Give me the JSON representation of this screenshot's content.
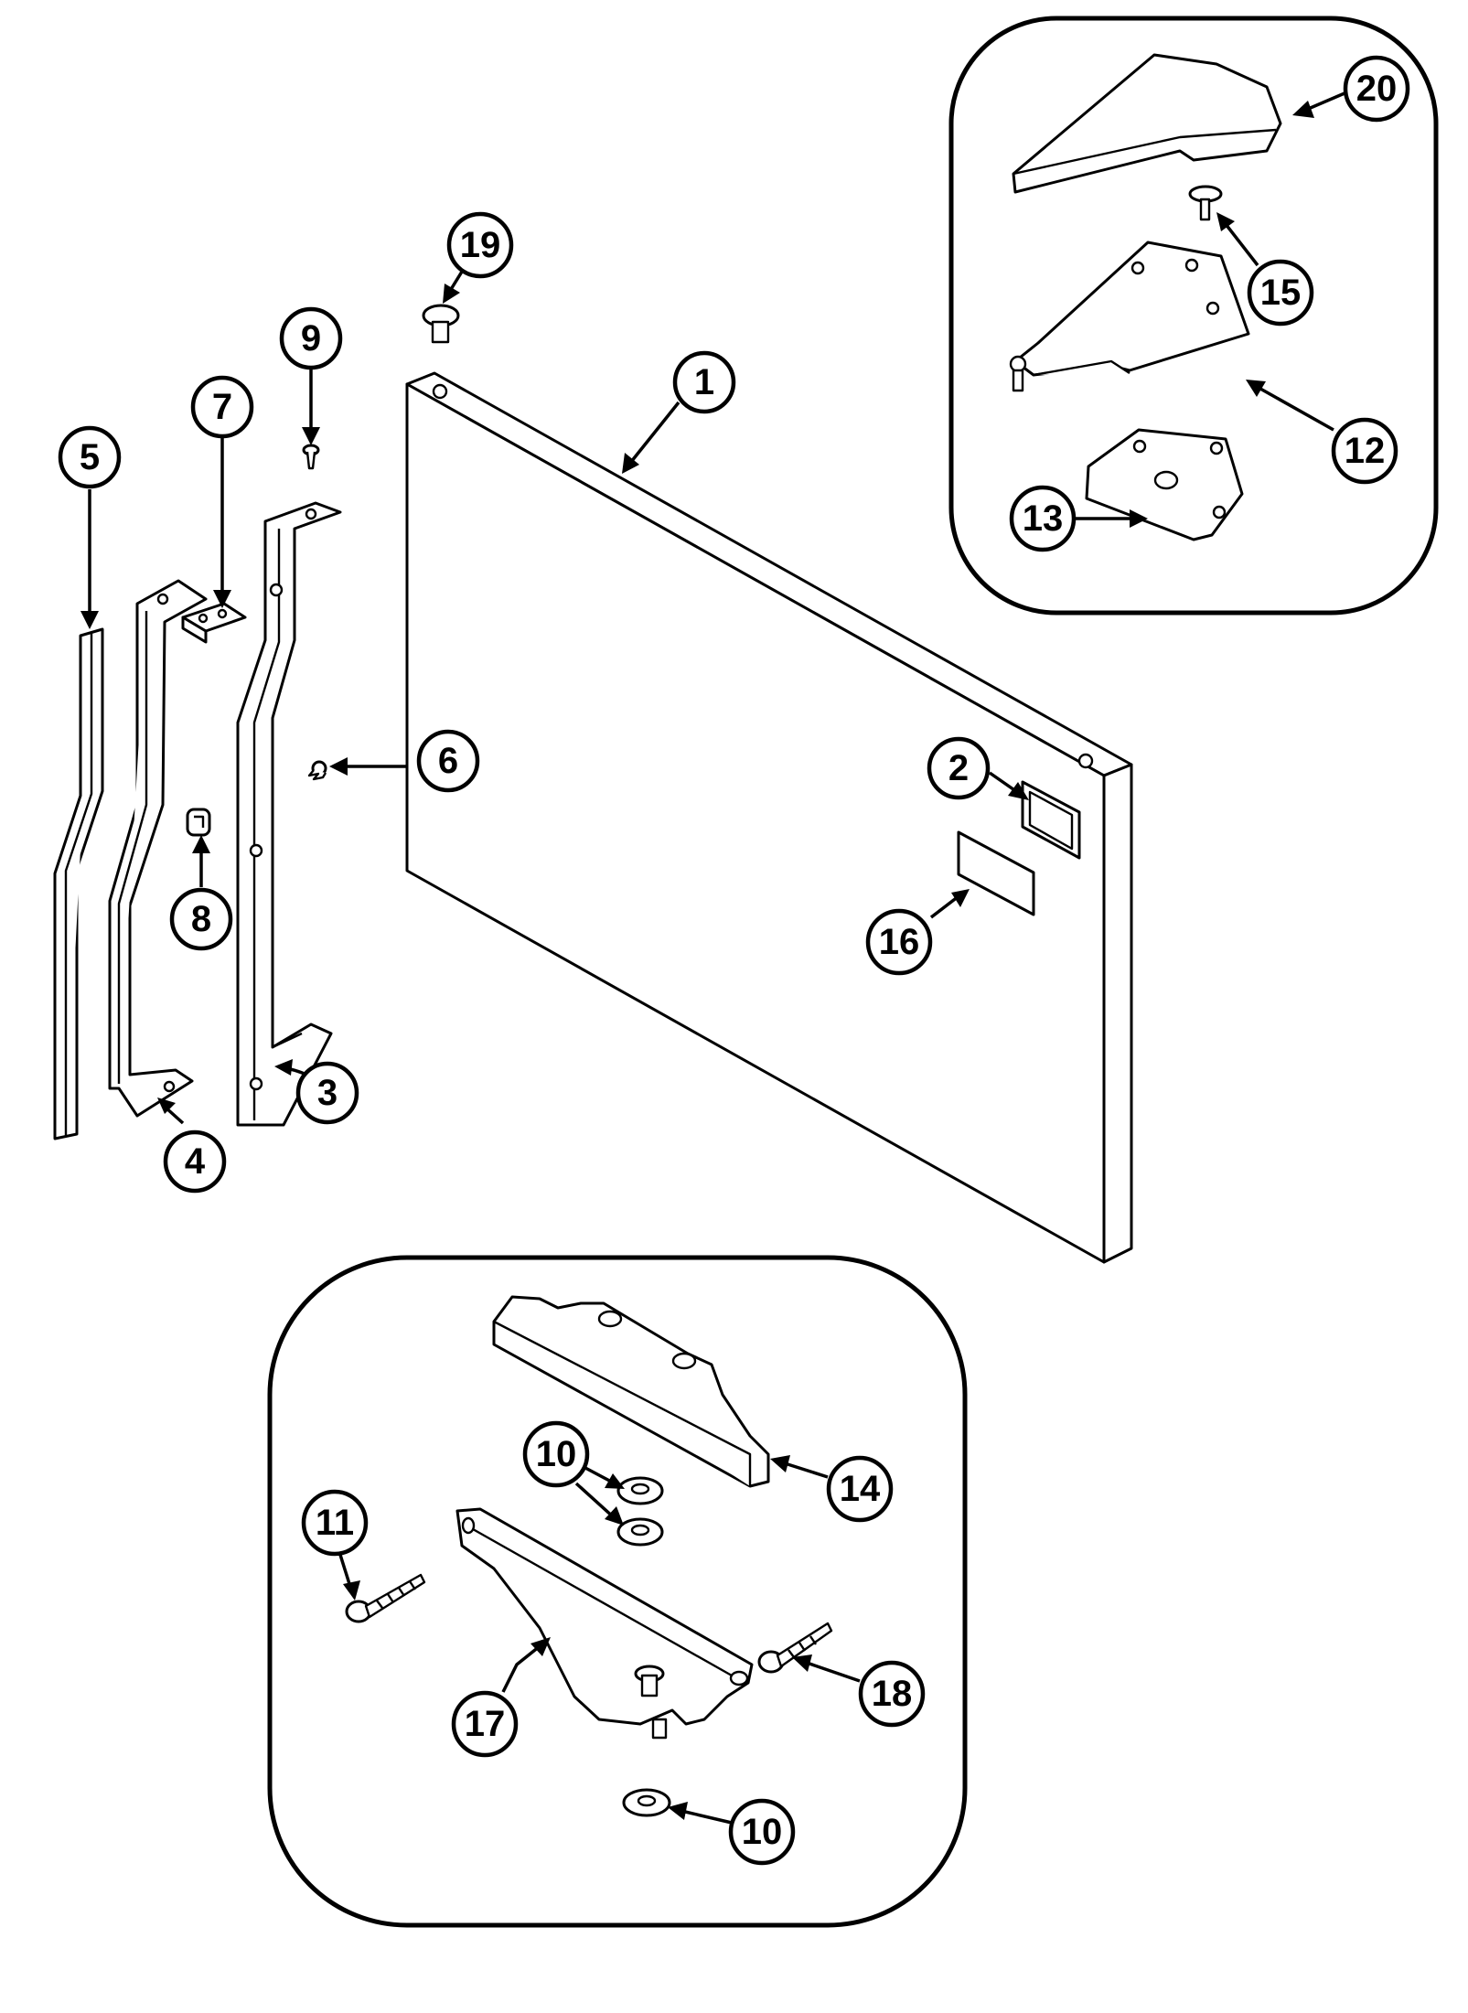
{
  "diagram": {
    "colors": {
      "ink": "#000000",
      "paper": "#ffffff"
    },
    "callouts": [
      {
        "id": "c1",
        "label": "1"
      },
      {
        "id": "c2",
        "label": "2"
      },
      {
        "id": "c3",
        "label": "3"
      },
      {
        "id": "c4",
        "label": "4"
      },
      {
        "id": "c5",
        "label": "5"
      },
      {
        "id": "c6",
        "label": "6"
      },
      {
        "id": "c7",
        "label": "7"
      },
      {
        "id": "c8",
        "label": "8"
      },
      {
        "id": "c9",
        "label": "9"
      },
      {
        "id": "c10a",
        "label": "10"
      },
      {
        "id": "c10b",
        "label": "10"
      },
      {
        "id": "c11",
        "label": "11"
      },
      {
        "id": "c12",
        "label": "12"
      },
      {
        "id": "c13",
        "label": "13"
      },
      {
        "id": "c14",
        "label": "14"
      },
      {
        "id": "c15",
        "label": "15"
      },
      {
        "id": "c16",
        "label": "16"
      },
      {
        "id": "c17",
        "label": "17"
      },
      {
        "id": "c18",
        "label": "18"
      },
      {
        "id": "c19",
        "label": "19"
      },
      {
        "id": "c20",
        "label": "20"
      }
    ]
  }
}
